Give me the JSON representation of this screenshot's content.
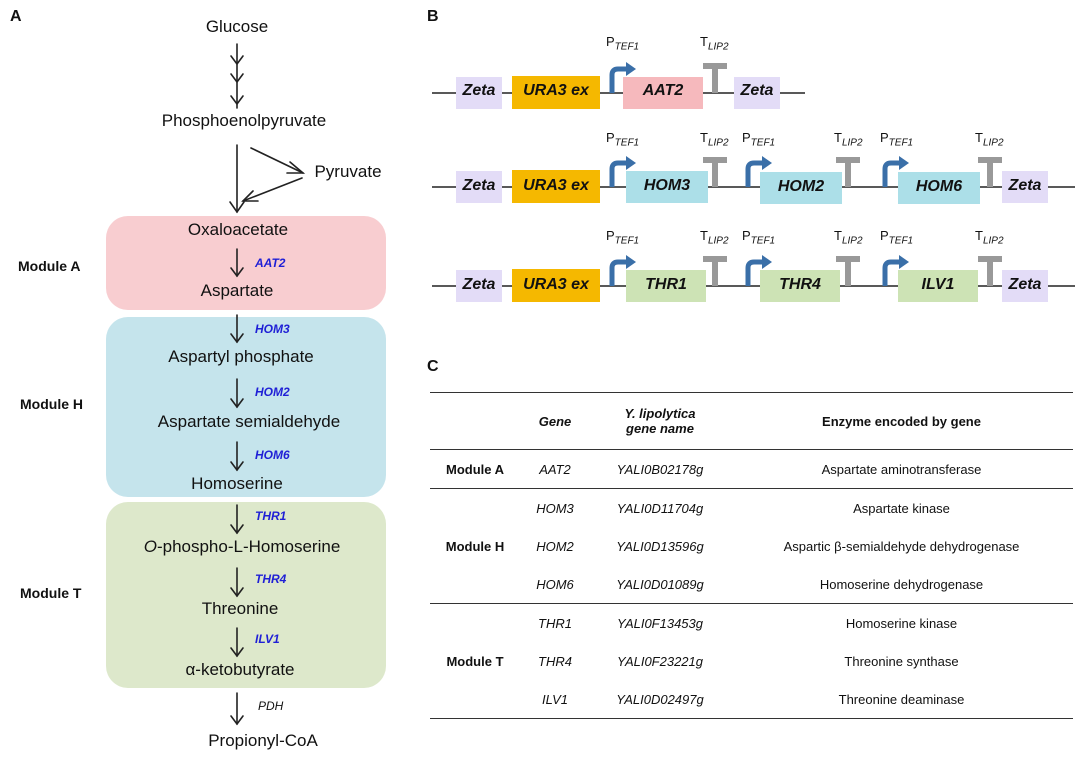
{
  "panels": {
    "a": "A",
    "b": "B",
    "c": "C"
  },
  "colors": {
    "module_a": "#f8cdd0",
    "module_h": "#c5e4ec",
    "module_t": "#dde8cb",
    "zeta": "#e3dcf7",
    "ura3": "#f5b800",
    "aat2": "#f6b9bd",
    "hom": "#acdfe8",
    "thr": "#cde3b5",
    "promoter": "#3a6fa8",
    "terminator": "#999999",
    "enzyme_text": "#1f1fd6"
  },
  "pathway": {
    "metabolites": {
      "glucose": "Glucose",
      "pep": "Phosphoenolpyruvate",
      "pyruvate": "Pyruvate",
      "oxaloacetate": "Oxaloacetate",
      "aspartate": "Aspartate",
      "aspartyl_phosphate": "Aspartyl phosphate",
      "asa": "Aspartate semialdehyde",
      "homoserine": "Homoserine",
      "ophs_prefix": "O",
      "ophs_rest": "-phospho-L-Homoserine",
      "threonine": "Threonine",
      "ketobutyrate": "α-ketobutyrate",
      "propionyl_coa": "Propionyl-CoA"
    },
    "enzymes": {
      "aat2": "AAT2",
      "hom3": "HOM3",
      "hom2": "HOM2",
      "hom6": "HOM6",
      "thr1": "THR1",
      "thr4": "THR4",
      "ilv1": "ILV1",
      "pdh": "PDH"
    },
    "modules": {
      "a": "Module A",
      "h": "Module H",
      "t": "Module T"
    }
  },
  "constructs": {
    "zeta": "Zeta",
    "ura3": "URA3 ex",
    "promoter_main": "P",
    "promoter_sub": "TEF1",
    "terminator_main": "T",
    "terminator_sub": "LIP2",
    "genes": {
      "aat2": "AAT2",
      "hom3": "HOM3",
      "hom2": "HOM2",
      "hom6": "HOM6",
      "thr1": "THR1",
      "thr4": "THR4",
      "ilv1": "ILV1"
    }
  },
  "table": {
    "headers": {
      "gene": "Gene",
      "yl_line1": "Y. lipolytica",
      "yl_line2": "gene name",
      "enzyme": "Enzyme encoded by gene"
    },
    "groups": [
      {
        "module": "Module A",
        "rows": [
          {
            "gene": "AAT2",
            "yl": "YALI0B02178g",
            "enzyme": "Aspartate aminotransferase"
          }
        ]
      },
      {
        "module": "Module H",
        "rows": [
          {
            "gene": "HOM3",
            "yl": "YALI0D11704g",
            "enzyme": "Aspartate kinase"
          },
          {
            "gene": "HOM2",
            "yl": "YALI0D13596g",
            "enzyme": "Aspartic β-semialdehyde dehydrogenase"
          },
          {
            "gene": "HOM6",
            "yl": "YALI0D01089g",
            "enzyme": "Homoserine dehydrogenase"
          }
        ]
      },
      {
        "module": "Module T",
        "rows": [
          {
            "gene": "THR1",
            "yl": "YALI0F13453g",
            "enzyme": "Homoserine kinase"
          },
          {
            "gene": "THR4",
            "yl": "YALI0F23221g",
            "enzyme": "Threonine synthase"
          },
          {
            "gene": "ILV1",
            "yl": "YALI0D02497g",
            "enzyme": "Threonine deaminase"
          }
        ]
      }
    ]
  }
}
